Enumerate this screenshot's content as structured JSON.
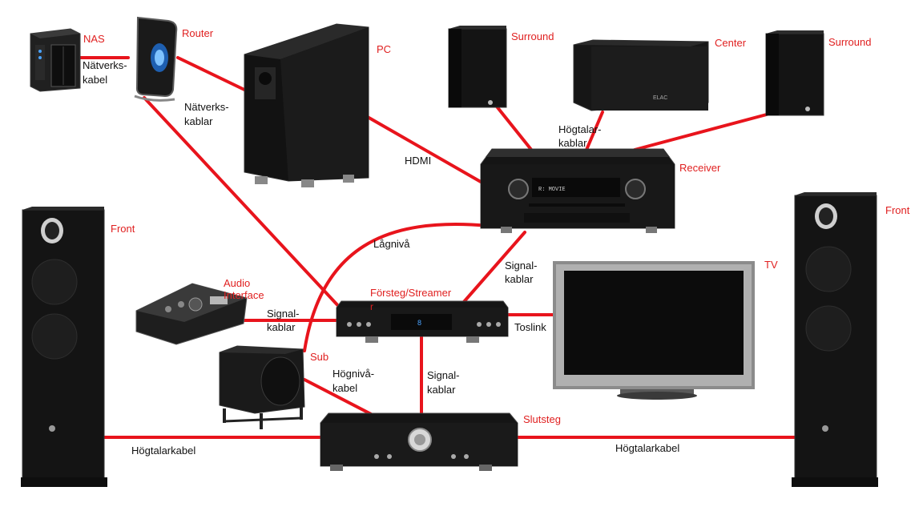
{
  "colors": {
    "cable": "#e8141c",
    "label_device": "#e02020",
    "label_cable": "#111111",
    "device_body": "#161616",
    "device_edge": "#3a3a3a",
    "accent_blue": "#2f7fd8"
  },
  "devices": {
    "nas": "NAS",
    "router": "Router",
    "pc": "PC",
    "surround_left": "Surround",
    "center": "Center",
    "surround_right": "Surround",
    "receiver": "Receiver",
    "front_left": "Front",
    "front_right": "Front",
    "audio_interface": "Audio Interface",
    "preamp_streamer": "Försteg/Streamer",
    "preamp_stray_char": "r",
    "tv": "TV",
    "sub": "Sub",
    "power_amp": "Slutsteg"
  },
  "cables": {
    "nas_router_1": "Nätverks-",
    "nas_router_2": "kabel",
    "router_net_1": "Nätverks-",
    "router_net_2": "kablar",
    "speaker_receiver_1": "Högtalar-",
    "speaker_receiver_2": "kablar",
    "hdmi": "HDMI",
    "low_level": "Lågnivå",
    "receiver_preamp_1": "Signal-",
    "receiver_preamp_2": "kablar",
    "interface_preamp_1": "Signal-",
    "interface_preamp_2": "kablar",
    "toslink": "Toslink",
    "high_level_1": "Högnivå-",
    "high_level_2": "kabel",
    "preamp_amp_1": "Signal-",
    "preamp_amp_2": "kablar",
    "speaker_left": "Högtalarkabel",
    "speaker_right": "Högtalarkabel"
  }
}
